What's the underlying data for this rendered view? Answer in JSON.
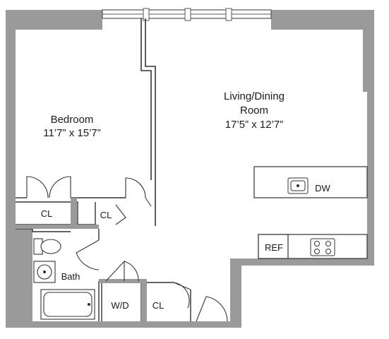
{
  "rooms": {
    "bedroom": {
      "name": "Bedroom",
      "dimensions": "11’7” x 15’7”"
    },
    "living": {
      "name_line1": "Living/Dining",
      "name_line2": "Room",
      "dimensions": "17’5” x 12’7”"
    },
    "bath": {
      "name": "Bath"
    }
  },
  "labels": {
    "closet_bedroom": "CL",
    "closet_small": "CL",
    "closet_entry": "CL",
    "washer_dryer": "W/D",
    "dishwasher": "DW",
    "refrigerator": "REF"
  },
  "colors": {
    "wall": "#9a9a9a",
    "line": "#333333",
    "window_frame": "#555555",
    "fixture_fill": "#ffffff"
  }
}
